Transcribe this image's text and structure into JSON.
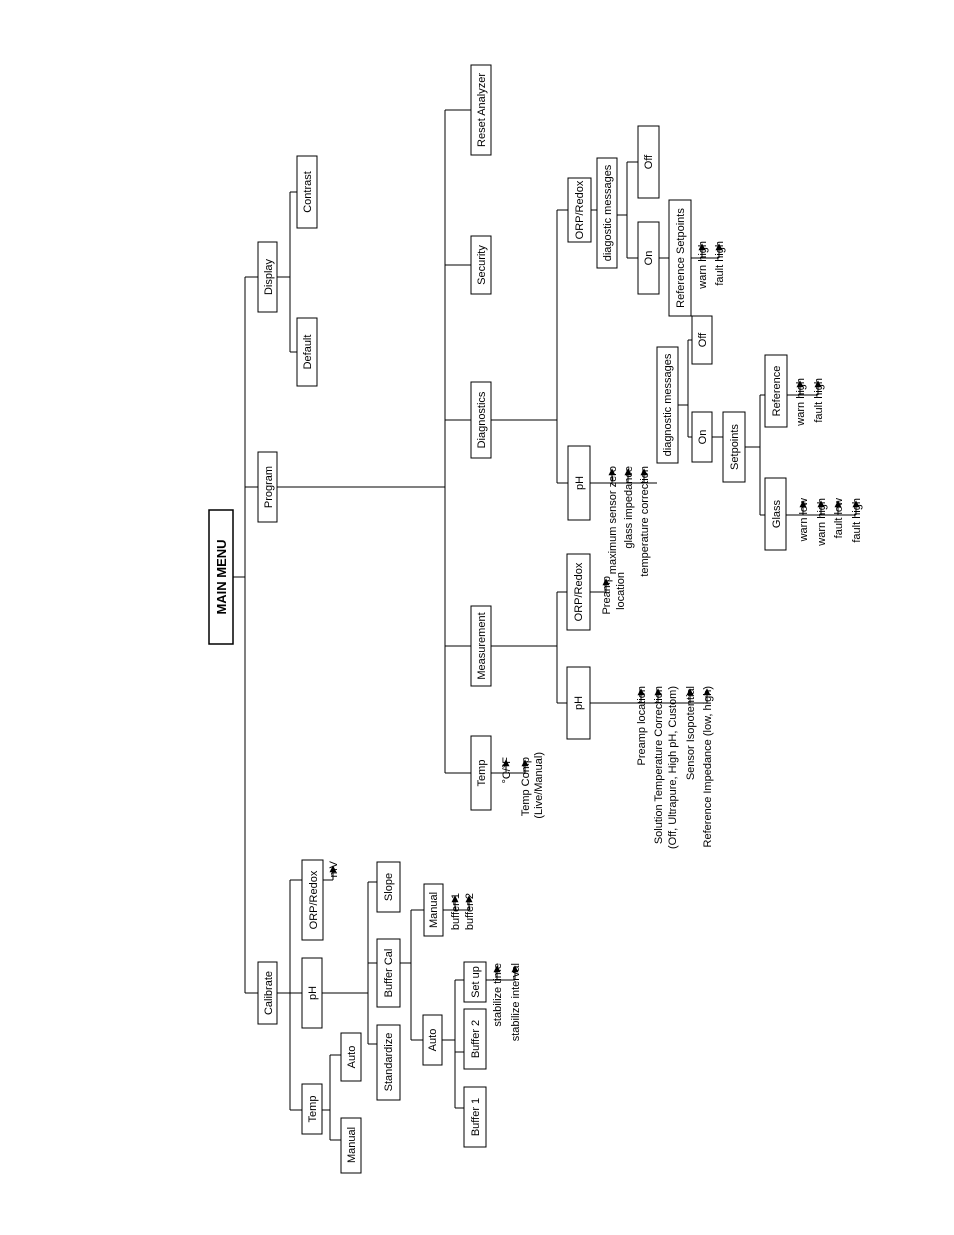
{
  "main_menu": "MAIN MENU",
  "calibrate": {
    "label": "Calibrate",
    "temp": {
      "label": "Temp",
      "manual": "Manual",
      "auto": "Auto"
    },
    "ph": {
      "label": "pH",
      "standardize": "Standardize",
      "buffer_cal": {
        "label": "Buffer Cal",
        "auto": {
          "label": "Auto",
          "buffer1": "Buffer 1",
          "buffer2": "Buffer 2",
          "setup": {
            "label": "Set up",
            "items": [
              "stabilize time",
              "stabilize interval"
            ]
          }
        },
        "manual": {
          "label": "Manual",
          "items": [
            "buffer 1",
            "buffer 2"
          ]
        }
      },
      "slope": "Slope"
    },
    "orp": {
      "label": "ORP/Redox",
      "items": [
        "mV"
      ]
    }
  },
  "program": {
    "label": "Program",
    "temp": {
      "label": "Temp",
      "items": [
        "°C/°F",
        "Temp Comp",
        "(Live/Manual)"
      ]
    },
    "measurement": {
      "label": "Measurement",
      "ph": {
        "label": "pH",
        "items": [
          "Preamp location",
          "Solution Temperature Correction",
          "(Off, Ultrapure, High pH, Custom)",
          "Sensor Isopotential",
          "Reference Impedance (low, high)"
        ]
      },
      "orp": {
        "label": "ORP/Redox",
        "items": [
          "Preamp",
          "location"
        ]
      }
    },
    "diagnostics": {
      "label": "Diagnostics",
      "ph": {
        "label": "pH",
        "items": [
          "maximum sensor zero",
          "glass impedance",
          "temperature correction"
        ],
        "diag_messages": "diagnostic messages",
        "on": "On",
        "off": "Off",
        "setpoints": "Setpoints",
        "glass": {
          "label": "Glass",
          "items": [
            "warn low",
            "warn high",
            "fault low",
            "fault high"
          ]
        },
        "reference": {
          "label": "Reference",
          "items": [
            "warn high",
            "fault high"
          ]
        }
      },
      "orp": {
        "label": "ORP/Redox",
        "diag_messages": "diagostic messages",
        "on": "On",
        "off": "Off",
        "ref_setpoints": {
          "label": "Reference Setpoints",
          "items": [
            "warn high",
            "fault high"
          ]
        }
      }
    },
    "security": "Security",
    "reset": "Reset Analyzer"
  },
  "display": {
    "label": "Display",
    "default": "Default",
    "contrast": "Contrast"
  }
}
